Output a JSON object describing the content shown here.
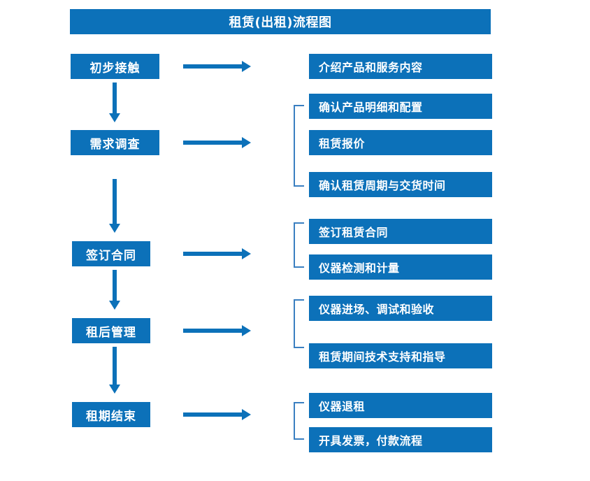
{
  "diagram": {
    "title": "租赁(出租)流程图",
    "accent_color": "#0c71b9",
    "bracket_color": "#3a7fc1",
    "title_text_color": "#ffffff"
  },
  "stages": [
    {
      "label": "初步接触"
    },
    {
      "label": "需求调查"
    },
    {
      "label": "签订合同"
    },
    {
      "label": "租后管理"
    },
    {
      "label": "租期结束"
    }
  ],
  "details": [
    {
      "label": "介绍产品和服务内容"
    },
    {
      "label": "确认产品明细和配置"
    },
    {
      "label": "租赁报价"
    },
    {
      "label": "确认租赁周期与交货时间"
    },
    {
      "label": "签订租赁合同"
    },
    {
      "label": "仪器检测和计量"
    },
    {
      "label": "仪器进场、调试和验收"
    },
    {
      "label": "租赁期间技术支持和指导"
    },
    {
      "label": "仪器退租"
    },
    {
      "label": "开具发票，付款流程"
    }
  ],
  "connectors": {
    "right_arrow_count": 5,
    "down_arrow_count": 4,
    "bracket_count": 4
  }
}
